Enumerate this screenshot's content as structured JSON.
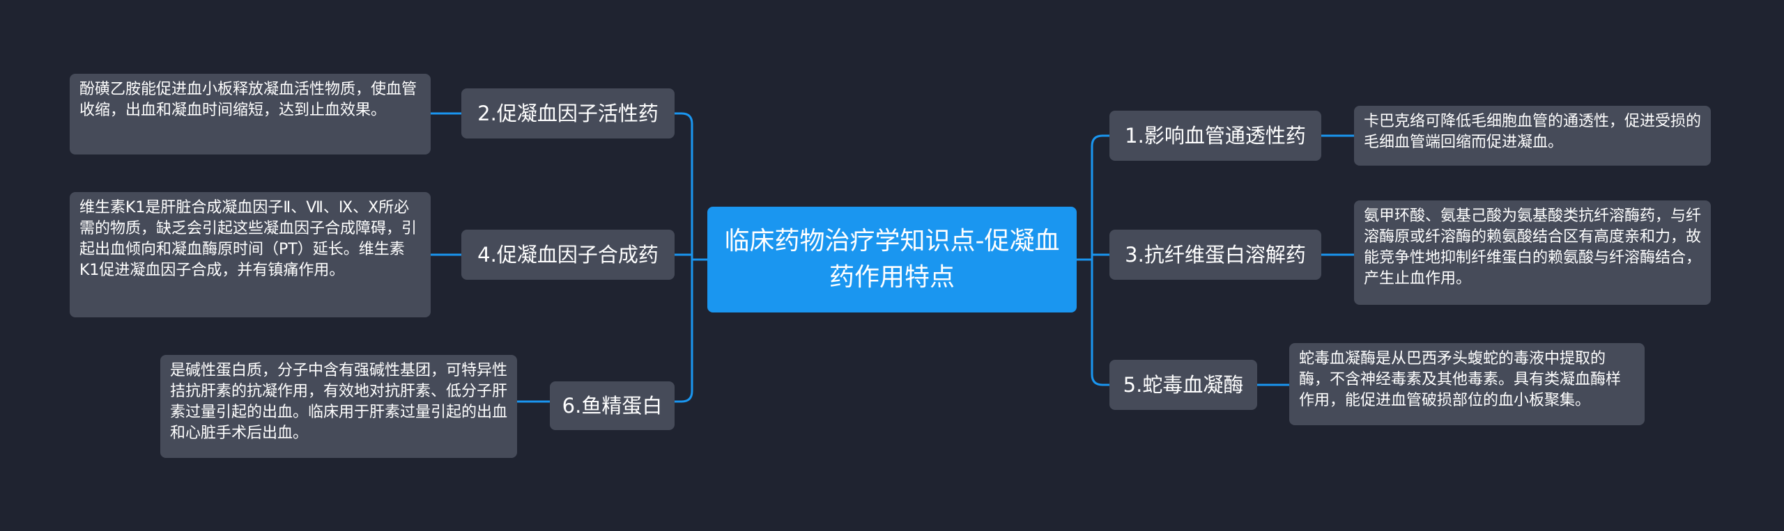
{
  "root": {
    "label": "临床药物治疗学知识点-促凝血药作用特点"
  },
  "left_branches": [
    {
      "label": "2.促凝血因子活性药",
      "detail": "酚磺乙胺能促进血小板释放凝血活性物质，使血管收缩，出血和凝血时间缩短，达到止血效果。"
    },
    {
      "label": "4.促凝血因子合成药",
      "detail": "维生素K1是肝脏合成凝血因子Ⅱ、Ⅶ、Ⅸ、Ⅹ所必需的物质，缺乏会引起这些凝血因子合成障碍，引起出血倾向和凝血酶原时间（PT）延长。维生素K1促进凝血因子合成，并有镇痛作用。"
    },
    {
      "label": "6.鱼精蛋白",
      "detail": "是碱性蛋白质，分子中含有强碱性基团，可特异性拮抗肝素的抗凝作用，有效地对抗肝素、低分子肝素过量引起的出血。临床用于肝素过量引起的出血和心脏手术后出血。"
    }
  ],
  "right_branches": [
    {
      "label": "1.影响血管通透性药",
      "detail": "卡巴克络可降低毛细胞血管的通透性，促进受损的毛细血管端回缩而促进凝血。"
    },
    {
      "label": "3.抗纤维蛋白溶解药",
      "detail": "氨甲环酸、氨基己酸为氨基酸类抗纤溶酶药，与纤溶酶原或纤溶酶的赖氨酸结合区有高度亲和力，故能竞争性地抑制纤维蛋白的赖氨酸与纤溶酶结合，产生止血作用。"
    },
    {
      "label": "5.蛇毒血凝酶",
      "detail": "蛇毒血凝酶是从巴西矛头蝮蛇的毒液中提取的酶，不含神经毒素及其他毒素。具有类凝血酶样作用，能促进血管破损部位的血小板聚集。"
    }
  ],
  "colors": {
    "background": "#1f2330",
    "root": "#1a96f0",
    "node": "#464b59",
    "connector": "#1a96f0",
    "text": "#ffffff"
  }
}
